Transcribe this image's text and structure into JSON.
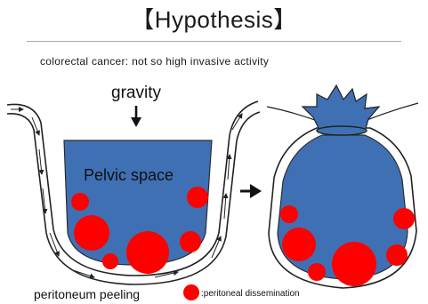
{
  "title": "【Hypothesis】",
  "subtitle": "colorectal cancer: not so high invasive activity",
  "diagram": {
    "gravity_label": "gravity",
    "pelvic_label": "Pelvic space",
    "peeling_label": "peritoneum peeling",
    "legend_label": ":peritoneal dissemination"
  },
  "colors": {
    "fluid": "#3f70b4",
    "nodule": "#ff0000",
    "outline": "#222222"
  }
}
